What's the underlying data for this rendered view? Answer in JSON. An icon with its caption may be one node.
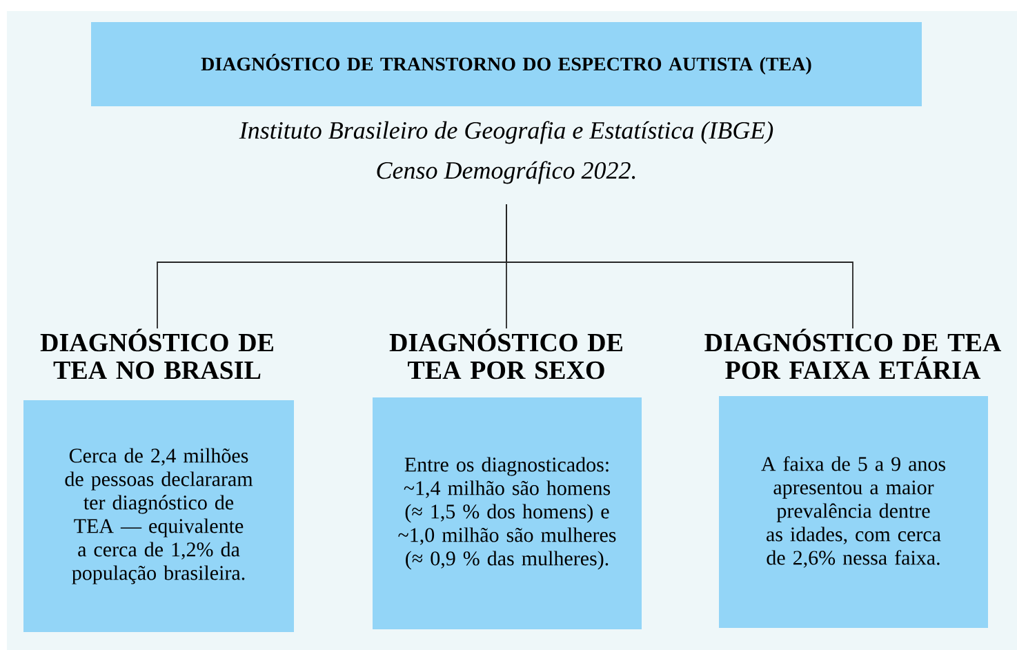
{
  "diagram": {
    "nodes": [
      {
        "text": [
          "DIAGNÓSTICO DE TRANSTORNO DO ESPECTRO AUTISTA (TEA)"
        ],
        "beside": [
          "Instituto Brasileiro de Geografia e Estatística (IBGE)",
          "Censo Demográfico 2022."
        ]
      },
      {
        "text": [
          "DIAGNÓSTICO DE TEA NO BRASIL",
          "Cerca de 2,4 milhões de pessoas declararam ter diagnóstico de TEA — equivalente a cerca de 1,2% da população brasileira."
        ]
      },
      {
        "text": [
          "DIAGNÓSTICO DE TEA POR SEXO",
          "Entre os diagnosticados: ~1,4 milhão são homens (≈ 1,5 % dos homens) e ~1,0 milhão são mulheres (≈ 0,9 % das mulheres)."
        ]
      },
      {
        "text": [
          "DIAGNÓSTICO DE TEA POR FAIXA ETÁRIA",
          "A faixa de 5 a 9 anos apresentou a maior prevalência dentre as idades, com cerca de 2,6% nessa faixa."
        ]
      }
    ],
    "edges": [
      {
        "from": 0,
        "to": 1,
        "arrow": "none"
      },
      {
        "from": 0,
        "to": 2,
        "arrow": "none"
      },
      {
        "from": 0,
        "to": 3,
        "arrow": "none"
      }
    ]
  }
}
